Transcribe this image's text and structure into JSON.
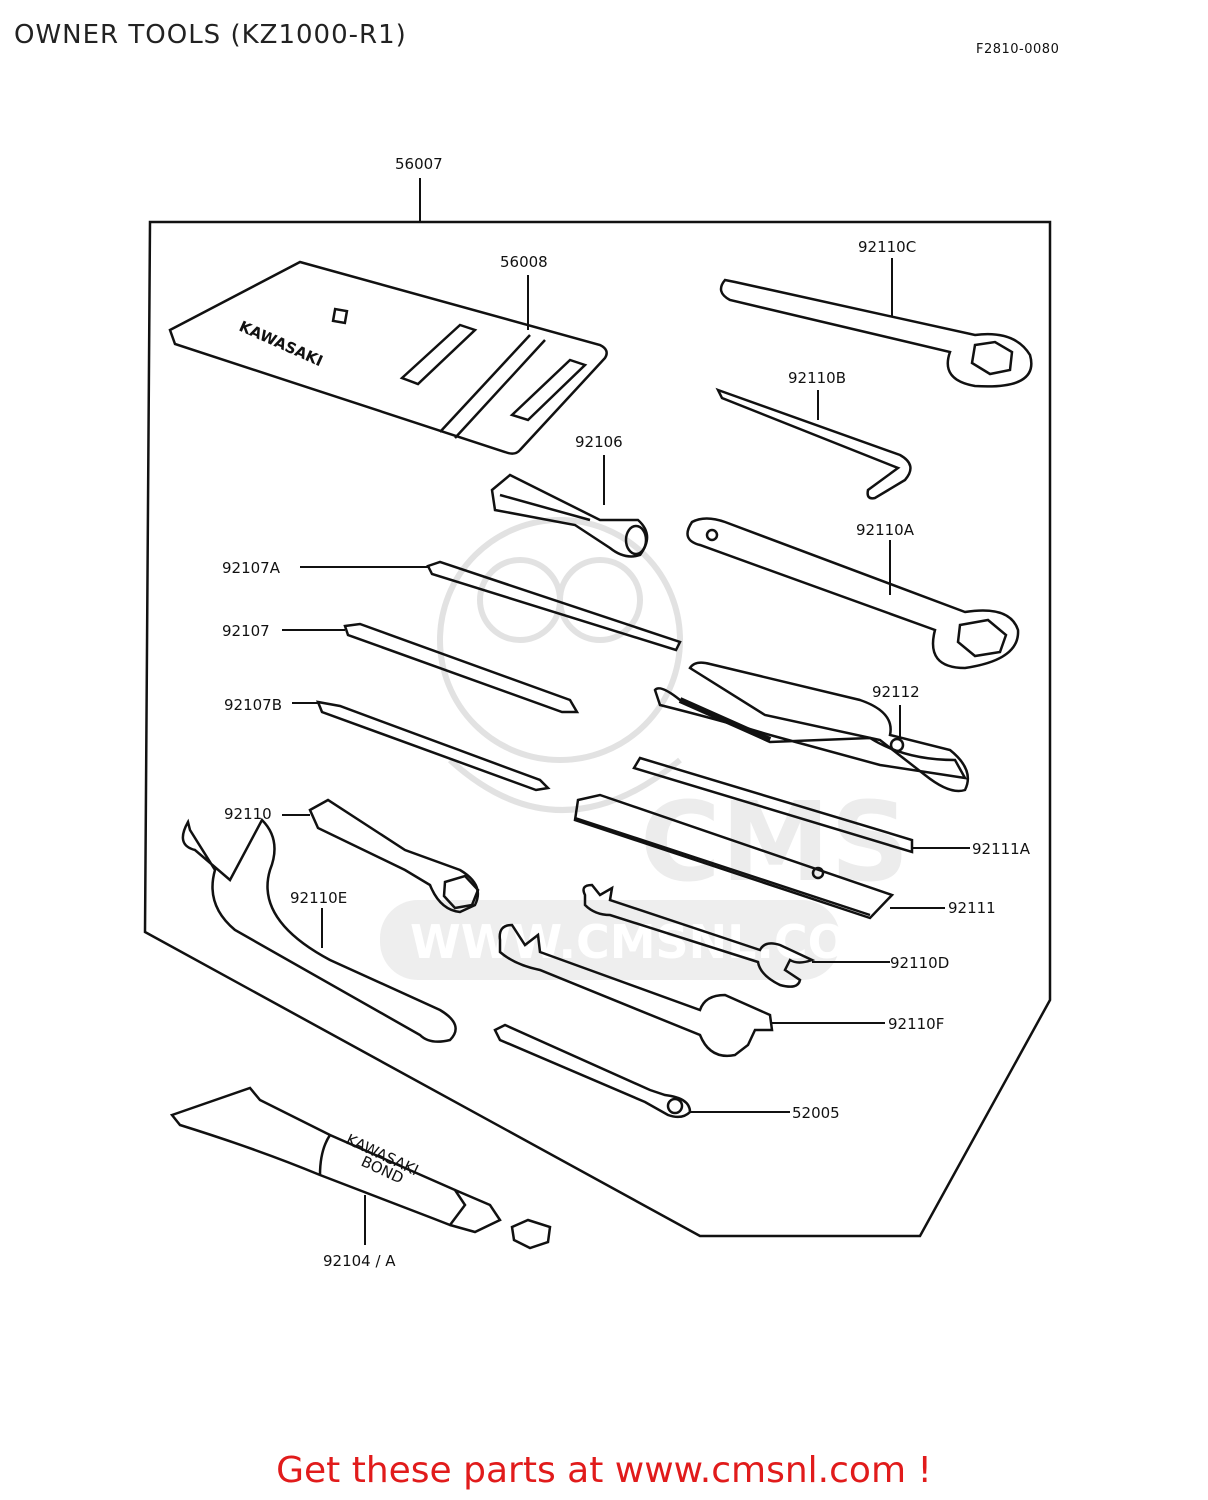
{
  "header": {
    "title": "OWNER TOOLS (KZ1000-R1)",
    "figure_code": "F2810-0080"
  },
  "parts": {
    "tool_kit": "56007",
    "tool_bag": "56008",
    "wrench_92110C": "92110C",
    "hex_key": "92110B",
    "handle": "92106",
    "ring_wrench": "92110A",
    "screwdriver_92107A": "92107A",
    "screwdriver_92107": "92107",
    "screwdriver_92107B": "92107B",
    "pliers": "92112",
    "socket_wrench": "92110",
    "rod_92111A": "92111A",
    "hook_wrench": "92110E",
    "bar_92111": "92111",
    "open_wrench_small": "92110D",
    "open_wrench_large": "92110F",
    "spark_gauge": "52005",
    "bond_tube": "92104 / A"
  },
  "embossed": {
    "bag_logo": "KAWASAKI",
    "tube_line1": "KAWASAKI",
    "tube_line2": "BOND"
  },
  "watermark": {
    "site": "WWW.CMSNL.COM"
  },
  "footer": {
    "promo_text": "Get these parts at www.cmsnl.com !"
  },
  "colors": {
    "line": "#111111",
    "promo": "#e11b1b",
    "watermark": "#e0e0e0"
  }
}
